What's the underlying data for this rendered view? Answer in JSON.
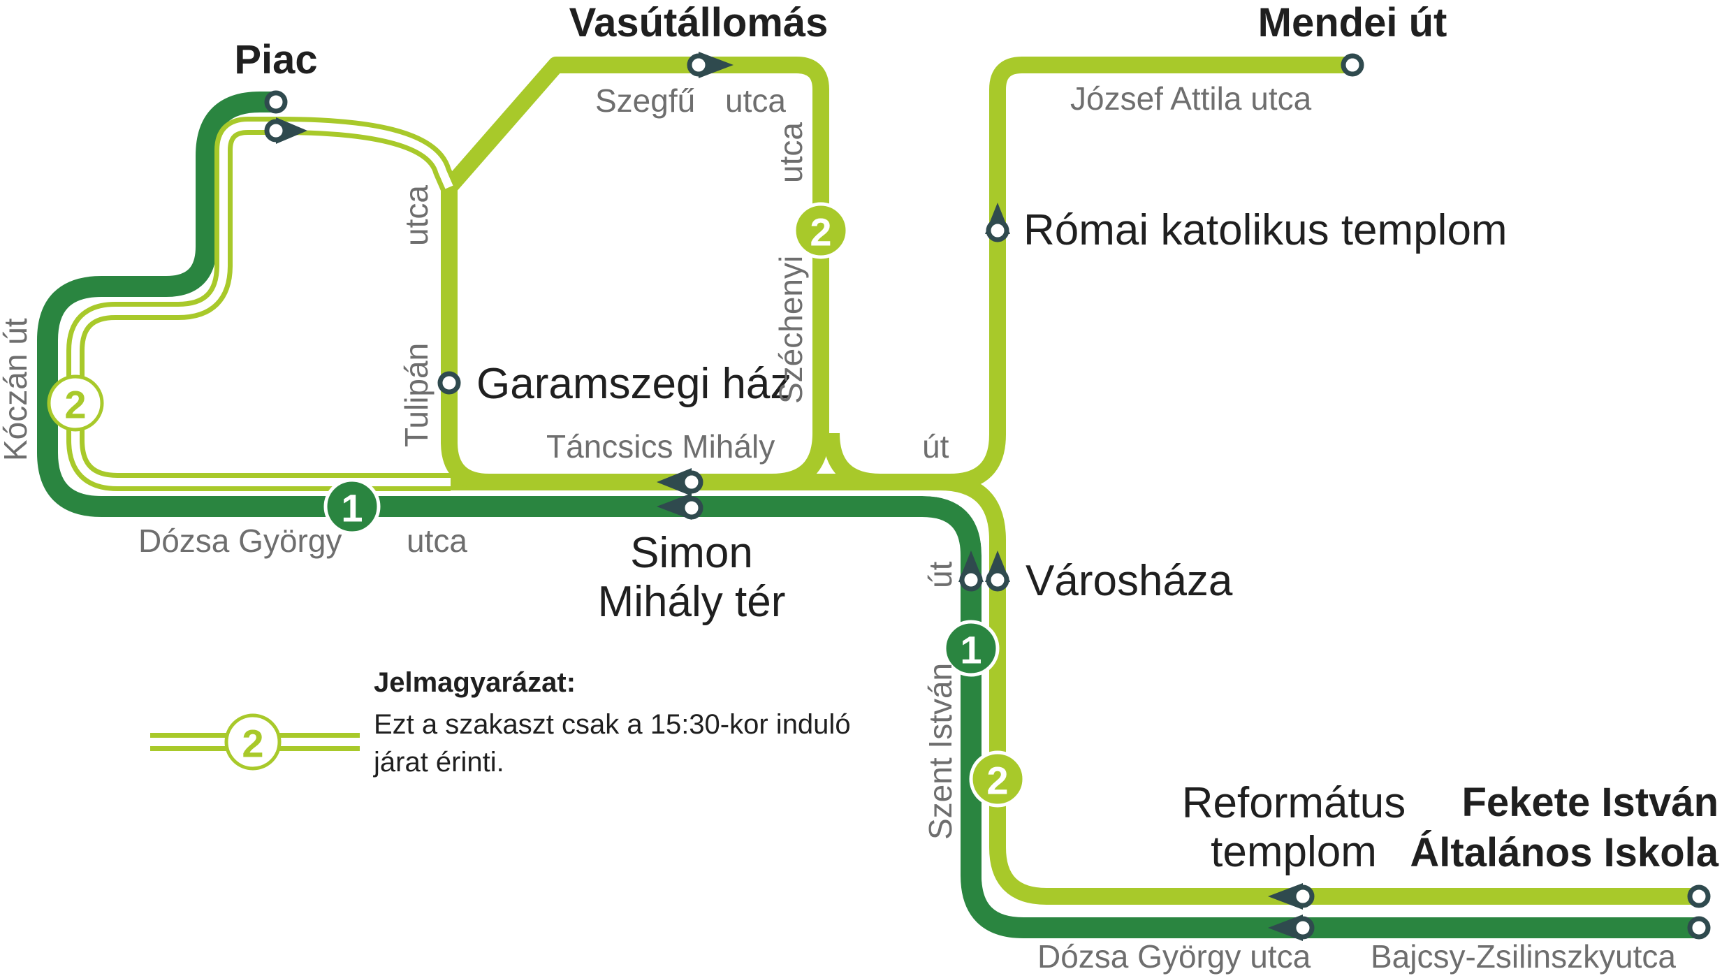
{
  "colors": {
    "line1": "#2a8540",
    "line2": "#a8c92a",
    "marker": "#2f4a4e"
  },
  "routes": {
    "line1": "1",
    "line2": "2"
  },
  "stops": {
    "piac": "Piac",
    "vasutallomas": "Vasútállomás",
    "mendei_ut": "Mendei út",
    "romai_katolikus_templom": "Római katolikus templom",
    "garamszegi_haz": "Garamszegi ház",
    "simon_mihaly_ter_1": "Simon",
    "simon_mihaly_ter_2": "Mihály tér",
    "varoshaza": "Városháza",
    "reformatus_templom_1": "Református",
    "reformatus_templom_2": "templom",
    "fekete_istvan_1": "Fekete István",
    "fekete_istvan_2": "Általános Iskola"
  },
  "streets": {
    "szegfu": "Szegfű",
    "szegfu_utca": "utca",
    "jozsef_attila_utca": "József Attila utca",
    "szechenyi_utca": "utca",
    "szechenyi": "Széchenyi",
    "tulipan_utca": "utca",
    "tulipan": "Tulipán",
    "koczan_ut": "Kóczán út",
    "tancsics_mihaly": "Táncsics Mihály",
    "tancsics_ut": "út",
    "dozsa_gyorgy": "Dózsa György",
    "dozsa_utca": "utca",
    "szent_istvan_ut": "út",
    "szent_istvan": "Szent István",
    "dozsa_gyorgy_utca": "Dózsa György utca",
    "bajcsy_zsilinszky": "Bajcsy-Zsilinszky",
    "bajcsy_utca": "utca"
  },
  "legend": {
    "title": "Jelmagyarázat:",
    "line1": "Ezt a szakaszt csak a 15:30-kor induló",
    "line2": "járat érinti."
  }
}
